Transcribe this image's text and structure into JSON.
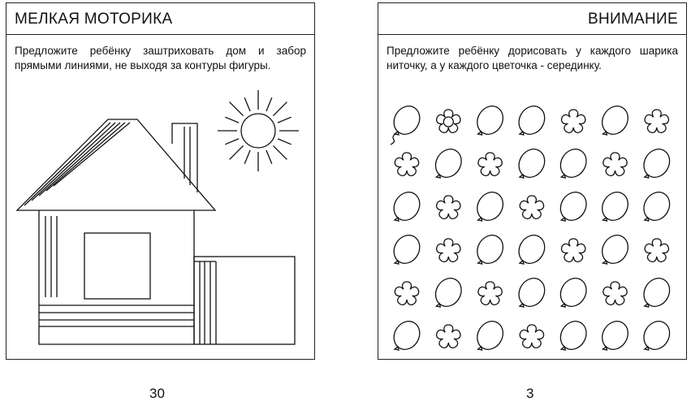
{
  "left_page": {
    "title": "МЕЛКАЯ МОТОРИКА",
    "instruction": "Предложите ребёнку заштриховать дом и забор прямыми линиями, не выходя за контуры фигуры.",
    "page_number": "30"
  },
  "right_page": {
    "title": "ВНИМАНИЕ",
    "instruction": "Предложите ребёнку дорисовать у каждого шарика ниточку, а у каждого цветочка - серединку.",
    "page_number": "3",
    "grid": [
      [
        "balloon",
        "flower",
        "balloon",
        "balloon",
        "flower",
        "balloon",
        "flower"
      ],
      [
        "flower",
        "balloon",
        "flower",
        "balloon",
        "balloon",
        "flower",
        "balloon"
      ],
      [
        "balloon",
        "flower",
        "balloon",
        "flower",
        "balloon",
        "balloon",
        "balloon"
      ],
      [
        "balloon",
        "flower",
        "balloon",
        "balloon",
        "flower",
        "balloon",
        "flower"
      ],
      [
        "flower",
        "balloon",
        "flower",
        "balloon",
        "balloon",
        "flower",
        "balloon"
      ],
      [
        "balloon",
        "flower",
        "balloon",
        "flower",
        "balloon",
        "balloon",
        "balloon"
      ]
    ]
  }
}
